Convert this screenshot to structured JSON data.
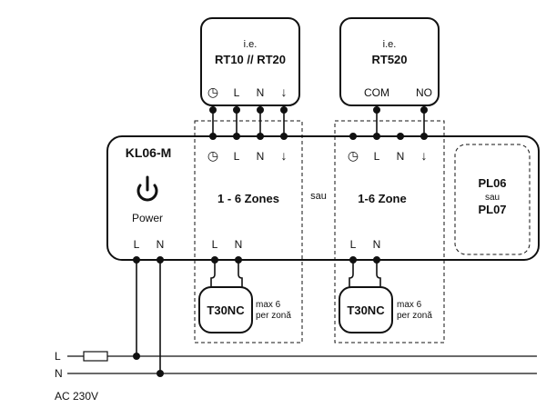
{
  "thermostat_1": {
    "caption": "i.e.",
    "model": "RT10 // RT20",
    "terminals": [
      "◷",
      "L",
      "N",
      "↓"
    ]
  },
  "thermostat_2": {
    "caption": "i.e.",
    "model": "RT520",
    "terminals": [
      "COM",
      "NO"
    ]
  },
  "controller": {
    "name": "KL06-M",
    "power_icon": "power-icon",
    "power_label": "Power",
    "terminals": [
      "L",
      "N"
    ]
  },
  "zone_group_1": {
    "terminals": [
      "◷",
      "L",
      "N",
      "↓"
    ],
    "label": "1 - 6 Zones",
    "output_terminals": [
      "L",
      "N"
    ]
  },
  "separator": "sau",
  "zone_group_2": {
    "terminals": [
      "◷",
      "L",
      "N",
      "↓"
    ],
    "label": "1-6 Zone",
    "output_terminals": [
      "L",
      "N"
    ]
  },
  "expansion": {
    "line1": "PL06",
    "line2": "sau",
    "line3": "PL07"
  },
  "actuator_1": {
    "name": "T30NC",
    "note_line1": "max 6",
    "note_line2": "per zonă"
  },
  "actuator_2": {
    "name": "T30NC",
    "note_line1": "max 6",
    "note_line2": "per zonă"
  },
  "supply": {
    "line_l": "L",
    "line_n": "N",
    "voltage": "AC 230V"
  },
  "colors": {
    "line": "#111111",
    "background": "#ffffff"
  }
}
